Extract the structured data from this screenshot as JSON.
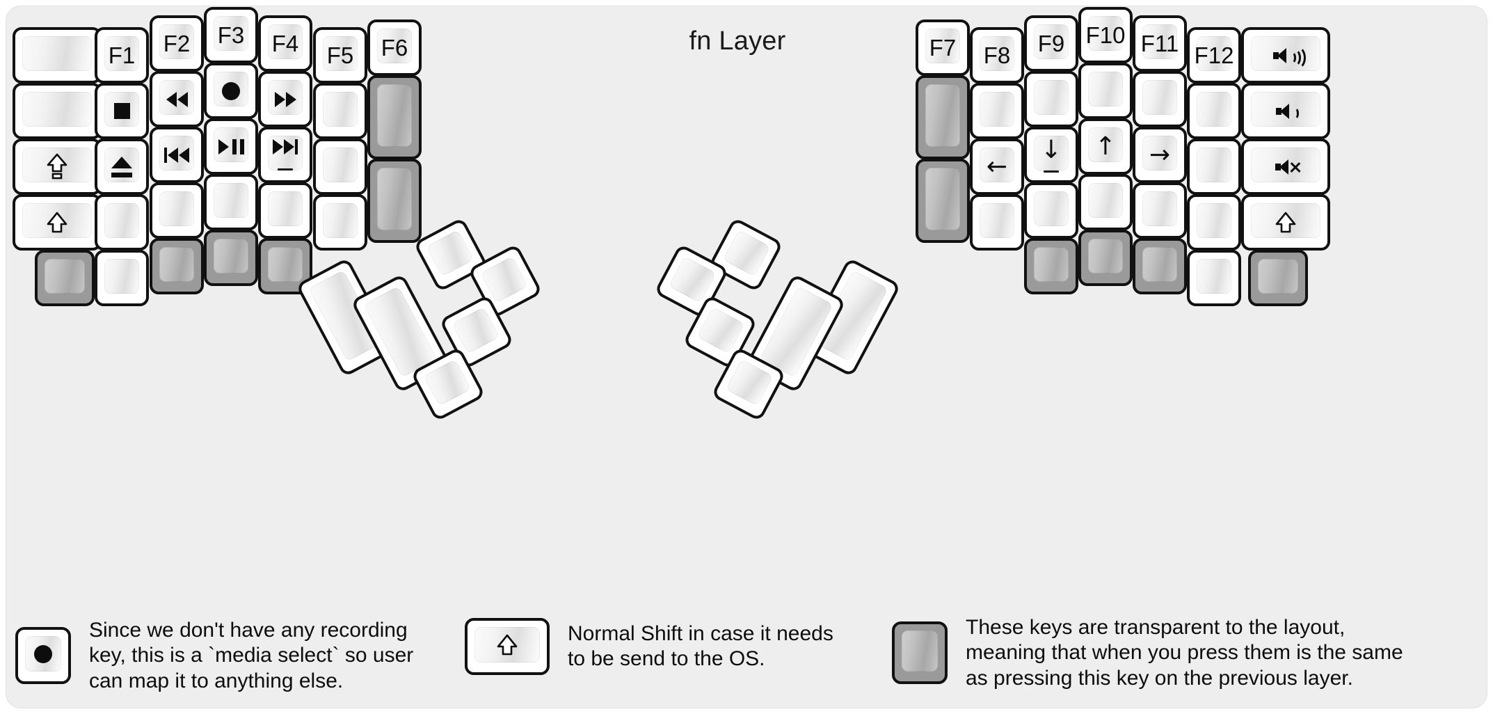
{
  "title": "fn Layer",
  "colors": {
    "panel_bg": "#eeeeee",
    "page_bg": "#ffffff",
    "key_border": "#111111",
    "key_face_light": "#fbfbfb",
    "key_face_shade": "#dedede",
    "transparent_key": "#9a9a9a",
    "transparent_key_face": "#bcbcbc",
    "legend_text": "#0d0d0d"
  },
  "left_half": {
    "columns": [
      {
        "name": "col-pinky-outer",
        "keys": [
          {
            "label": "",
            "icon": "",
            "state": "normal"
          },
          {
            "label": "",
            "icon": "",
            "state": "normal"
          },
          {
            "label": "",
            "icon": "capslock-icon",
            "state": "normal"
          },
          {
            "label": "",
            "icon": "shift-icon",
            "state": "normal"
          },
          {
            "label": "",
            "icon": "",
            "state": "transparent"
          }
        ]
      },
      {
        "name": "col-pinky",
        "keys": [
          {
            "label": "F1",
            "icon": "",
            "state": "normal"
          },
          {
            "label": "",
            "icon": "stop-icon",
            "state": "normal"
          },
          {
            "label": "",
            "icon": "eject-icon",
            "state": "normal"
          },
          {
            "label": "",
            "icon": "",
            "state": "normal"
          },
          {
            "label": "",
            "icon": "",
            "state": "normal"
          }
        ]
      },
      {
        "name": "col-ring",
        "keys": [
          {
            "label": "F2",
            "icon": "",
            "state": "normal"
          },
          {
            "label": "",
            "icon": "rewind-icon",
            "state": "normal"
          },
          {
            "label": "",
            "icon": "previous-track-icon",
            "state": "normal"
          },
          {
            "label": "",
            "icon": "",
            "state": "normal"
          },
          {
            "label": "",
            "icon": "",
            "state": "transparent"
          }
        ]
      },
      {
        "name": "col-middle",
        "keys": [
          {
            "label": "F3",
            "icon": "",
            "state": "normal"
          },
          {
            "label": "",
            "icon": "record-icon",
            "state": "normal"
          },
          {
            "label": "",
            "icon": "play-pause-icon",
            "state": "normal"
          },
          {
            "label": "",
            "icon": "",
            "state": "normal"
          },
          {
            "label": "",
            "icon": "",
            "state": "transparent"
          }
        ]
      },
      {
        "name": "col-index",
        "keys": [
          {
            "label": "F4",
            "icon": "",
            "state": "normal"
          },
          {
            "label": "",
            "icon": "fast-forward-icon",
            "state": "normal"
          },
          {
            "label": "",
            "icon": "next-track-icon",
            "state": "normal",
            "homing": true
          },
          {
            "label": "",
            "icon": "",
            "state": "normal"
          },
          {
            "label": "",
            "icon": "",
            "state": "transparent"
          }
        ]
      },
      {
        "name": "col-index-inner",
        "keys": [
          {
            "label": "F5",
            "icon": "",
            "state": "normal"
          },
          {
            "label": "",
            "icon": "",
            "state": "normal"
          },
          {
            "label": "",
            "icon": "",
            "state": "normal"
          },
          {
            "label": "",
            "icon": "",
            "state": "normal"
          }
        ]
      },
      {
        "name": "col-inner",
        "keys": [
          {
            "label": "F6",
            "icon": "",
            "state": "normal"
          },
          {
            "label": "",
            "icon": "",
            "state": "transparent"
          },
          {
            "label": "",
            "icon": "",
            "state": "transparent"
          }
        ]
      }
    ],
    "thumb_cluster": {
      "name": "left-thumb-cluster",
      "key_count": 6,
      "labels": [
        "",
        "",
        "",
        "",
        "",
        ""
      ]
    }
  },
  "right_half": {
    "columns": [
      {
        "name": "col-inner",
        "keys": [
          {
            "label": "F7",
            "icon": "",
            "state": "normal"
          },
          {
            "label": "",
            "icon": "",
            "state": "transparent"
          },
          {
            "label": "",
            "icon": "",
            "state": "transparent"
          }
        ]
      },
      {
        "name": "col-index-inner",
        "keys": [
          {
            "label": "F8",
            "icon": "",
            "state": "normal"
          },
          {
            "label": "",
            "icon": "",
            "state": "normal"
          },
          {
            "label": "",
            "icon": "arrow-left-icon",
            "state": "normal"
          },
          {
            "label": "",
            "icon": "",
            "state": "normal"
          }
        ]
      },
      {
        "name": "col-index",
        "keys": [
          {
            "label": "F9",
            "icon": "",
            "state": "normal"
          },
          {
            "label": "",
            "icon": "",
            "state": "normal"
          },
          {
            "label": "",
            "icon": "arrow-down-icon",
            "state": "normal",
            "homing": true
          },
          {
            "label": "",
            "icon": "",
            "state": "normal"
          },
          {
            "label": "",
            "icon": "",
            "state": "transparent"
          }
        ]
      },
      {
        "name": "col-middle",
        "keys": [
          {
            "label": "F10",
            "icon": "",
            "state": "normal"
          },
          {
            "label": "",
            "icon": "",
            "state": "normal"
          },
          {
            "label": "",
            "icon": "arrow-up-icon",
            "state": "normal"
          },
          {
            "label": "",
            "icon": "",
            "state": "normal"
          },
          {
            "label": "",
            "icon": "",
            "state": "transparent"
          }
        ]
      },
      {
        "name": "col-ring",
        "keys": [
          {
            "label": "F11",
            "icon": "",
            "state": "normal"
          },
          {
            "label": "",
            "icon": "",
            "state": "normal"
          },
          {
            "label": "",
            "icon": "arrow-right-icon",
            "state": "normal"
          },
          {
            "label": "",
            "icon": "",
            "state": "normal"
          },
          {
            "label": "",
            "icon": "",
            "state": "transparent"
          }
        ]
      },
      {
        "name": "col-pinky",
        "keys": [
          {
            "label": "F12",
            "icon": "",
            "state": "normal"
          },
          {
            "label": "",
            "icon": "",
            "state": "normal"
          },
          {
            "label": "",
            "icon": "",
            "state": "normal"
          },
          {
            "label": "",
            "icon": "",
            "state": "normal"
          },
          {
            "label": "",
            "icon": "",
            "state": "normal"
          }
        ]
      },
      {
        "name": "col-pinky-outer",
        "keys": [
          {
            "label": "",
            "icon": "volume-up-icon",
            "state": "normal"
          },
          {
            "label": "",
            "icon": "volume-down-icon",
            "state": "normal"
          },
          {
            "label": "",
            "icon": "volume-mute-icon",
            "state": "normal"
          },
          {
            "label": "",
            "icon": "shift-icon",
            "state": "normal"
          },
          {
            "label": "",
            "icon": "",
            "state": "transparent"
          }
        ]
      }
    ],
    "thumb_cluster": {
      "name": "right-thumb-cluster",
      "key_count": 6,
      "labels": [
        "",
        "",
        "",
        "",
        "",
        ""
      ]
    }
  },
  "legends": [
    {
      "name": "legend-record",
      "icon": "record-icon",
      "key_state": "normal",
      "text": "Since we don't have any recording\nkey, this is a `media select` so user\ncan map it to anything else."
    },
    {
      "name": "legend-shift",
      "icon": "shift-icon",
      "key_state": "normal",
      "text": "Normal Shift in case it needs\nto be send to the OS."
    },
    {
      "name": "legend-transparent",
      "icon": "",
      "key_state": "transparent",
      "text": "These keys are transparent to the layout,\nmeaning that when you press them is the same\nas pressing this key on the previous layer."
    }
  ]
}
